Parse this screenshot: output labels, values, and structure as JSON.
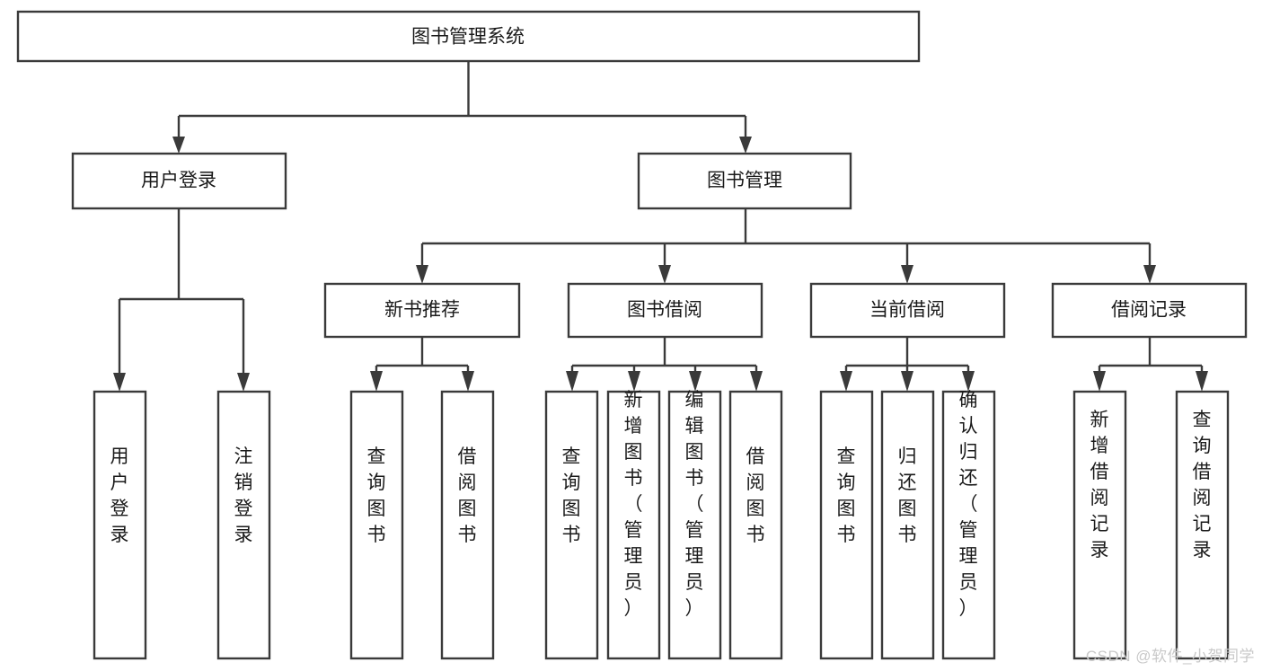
{
  "diagram": {
    "type": "tree",
    "title": "图书管理系统",
    "watermark": "CSDN @软件_小贺同学",
    "colors": {
      "stroke": "#3a3a3a",
      "box_fill": "#ffffff",
      "text": "#1a1a1a",
      "background": "#ffffff",
      "watermark": "#c9c9c9"
    },
    "nodes": {
      "root": {
        "label": "图书管理系统",
        "level": 1
      },
      "user_login": {
        "label": "用户登录",
        "level": 2
      },
      "book_manage": {
        "label": "图书管理",
        "level": 2
      },
      "new_book_rec": {
        "label": "新书推荐",
        "level": 3
      },
      "book_borrow": {
        "label": "图书借阅",
        "level": 3
      },
      "current_borrow": {
        "label": "当前借阅",
        "level": 3
      },
      "borrow_record": {
        "label": "借阅记录",
        "level": 3
      },
      "leaf_user_login": {
        "label": "用户登录",
        "level": 4
      },
      "leaf_logout": {
        "label": "注销登录",
        "level": 4
      },
      "leaf_query_book_1": {
        "label": "查询图书",
        "level": 4
      },
      "leaf_borrow_book_1": {
        "label": "借阅图书",
        "level": 4
      },
      "leaf_query_book_2": {
        "label": "查询图书",
        "level": 4
      },
      "leaf_add_book": {
        "label": "新增图书（管理员）",
        "level": 4
      },
      "leaf_edit_book": {
        "label": "编辑图书（管理员）",
        "level": 4
      },
      "leaf_borrow_book_2": {
        "label": "借阅图书",
        "level": 4
      },
      "leaf_query_book_3": {
        "label": "查询图书",
        "level": 4
      },
      "leaf_return_book": {
        "label": "归还图书",
        "level": 4
      },
      "leaf_confirm_return": {
        "label": "确认归还（管理员）",
        "level": 4
      },
      "leaf_add_record": {
        "label": "新增借阅记录",
        "level": 4
      },
      "leaf_query_record": {
        "label": "查询借阅记录",
        "level": 4
      }
    },
    "edges": [
      {
        "from": "root",
        "to": "user_login"
      },
      {
        "from": "root",
        "to": "book_manage"
      },
      {
        "from": "user_login",
        "to": "leaf_user_login"
      },
      {
        "from": "user_login",
        "to": "leaf_logout"
      },
      {
        "from": "book_manage",
        "to": "new_book_rec"
      },
      {
        "from": "book_manage",
        "to": "book_borrow"
      },
      {
        "from": "book_manage",
        "to": "current_borrow"
      },
      {
        "from": "book_manage",
        "to": "borrow_record"
      },
      {
        "from": "new_book_rec",
        "to": "leaf_query_book_1"
      },
      {
        "from": "new_book_rec",
        "to": "leaf_borrow_book_1"
      },
      {
        "from": "book_borrow",
        "to": "leaf_query_book_2"
      },
      {
        "from": "book_borrow",
        "to": "leaf_add_book"
      },
      {
        "from": "book_borrow",
        "to": "leaf_edit_book"
      },
      {
        "from": "book_borrow",
        "to": "leaf_borrow_book_2"
      },
      {
        "from": "current_borrow",
        "to": "leaf_query_book_3"
      },
      {
        "from": "current_borrow",
        "to": "leaf_return_book"
      },
      {
        "from": "current_borrow",
        "to": "leaf_confirm_return"
      },
      {
        "from": "borrow_record",
        "to": "leaf_add_record"
      },
      {
        "from": "borrow_record",
        "to": "leaf_query_record"
      }
    ]
  }
}
